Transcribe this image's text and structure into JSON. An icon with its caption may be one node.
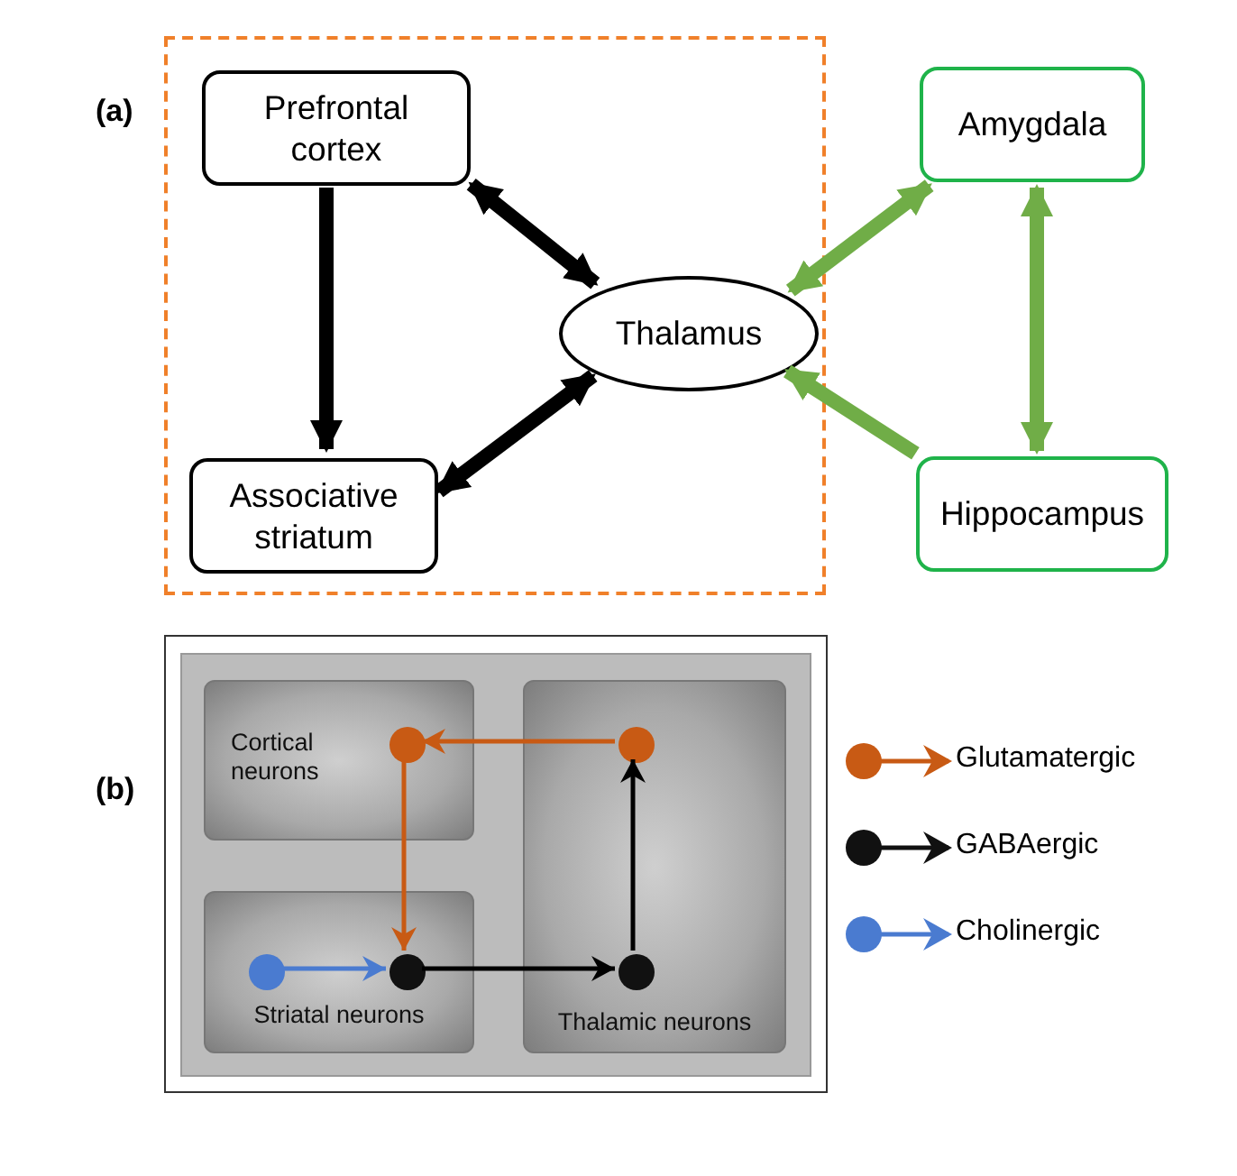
{
  "diagram": {
    "nodes": [
      {
        "text": [],
        "shape": "box"
      },
      {
        "text": [
          "Prefrontal cortex"
        ],
        "in": 0
      },
      {
        "text": [
          "Associative striatum"
        ],
        "in": 0
      },
      {
        "text": [
          "Thalamus"
        ],
        "in": 0
      },
      {
        "text": [
          "Amygdala"
        ]
      },
      {
        "text": [
          "Hippocampus"
        ]
      },
      {
        "text": [],
        "shape": "box"
      },
      {
        "text": [
          "Cortical neurons"
        ],
        "in": 6
      },
      {
        "text": [
          "Thalamic neurons"
        ],
        "in": 6
      },
      {
        "text": [
          "Striatal neurons"
        ],
        "in": 6
      },
      {
        "text": [],
        "shape": "circle",
        "in": 7
      },
      {
        "text": [],
        "shape": "circle",
        "in": 8
      },
      {
        "text": [],
        "shape": "circle",
        "in": 9
      },
      {
        "text": [],
        "shape": "circle",
        "in": 9
      },
      {
        "text": [],
        "shape": "circle",
        "in": 8
      }
    ],
    "edges": [
      {
        "from": 1,
        "to": 2,
        "arrow": "to"
      },
      {
        "from": 1,
        "to": 3,
        "arrow": "both"
      },
      {
        "from": 2,
        "to": 3,
        "arrow": "both"
      },
      {
        "from": 4,
        "to": 3,
        "arrow": "both",
        "color": "#70ad47"
      },
      {
        "from": 5,
        "to": 3,
        "arrow": "to",
        "color": "#70ad47"
      },
      {
        "from": 4,
        "to": 5,
        "arrow": "both",
        "color": "#70ad47"
      },
      {
        "from": 11,
        "to": 10,
        "arrow": "to",
        "color": "#c85a14"
      },
      {
        "from": 10,
        "to": 13,
        "arrow": "to",
        "color": "#c85a14"
      },
      {
        "from": 12,
        "to": 13,
        "arrow": "to",
        "color": "#4a7bd0"
      },
      {
        "from": 13,
        "to": 14,
        "arrow": "to"
      },
      {
        "from": 14,
        "to": 11,
        "arrow": "to"
      }
    ],
    "labels": [
      "(a)",
      "(b)"
    ],
    "legend": [
      {
        "text": "Glutamatergic"
      },
      {
        "text": "GABAergic"
      },
      {
        "text": "Cholinergic"
      }
    ]
  }
}
